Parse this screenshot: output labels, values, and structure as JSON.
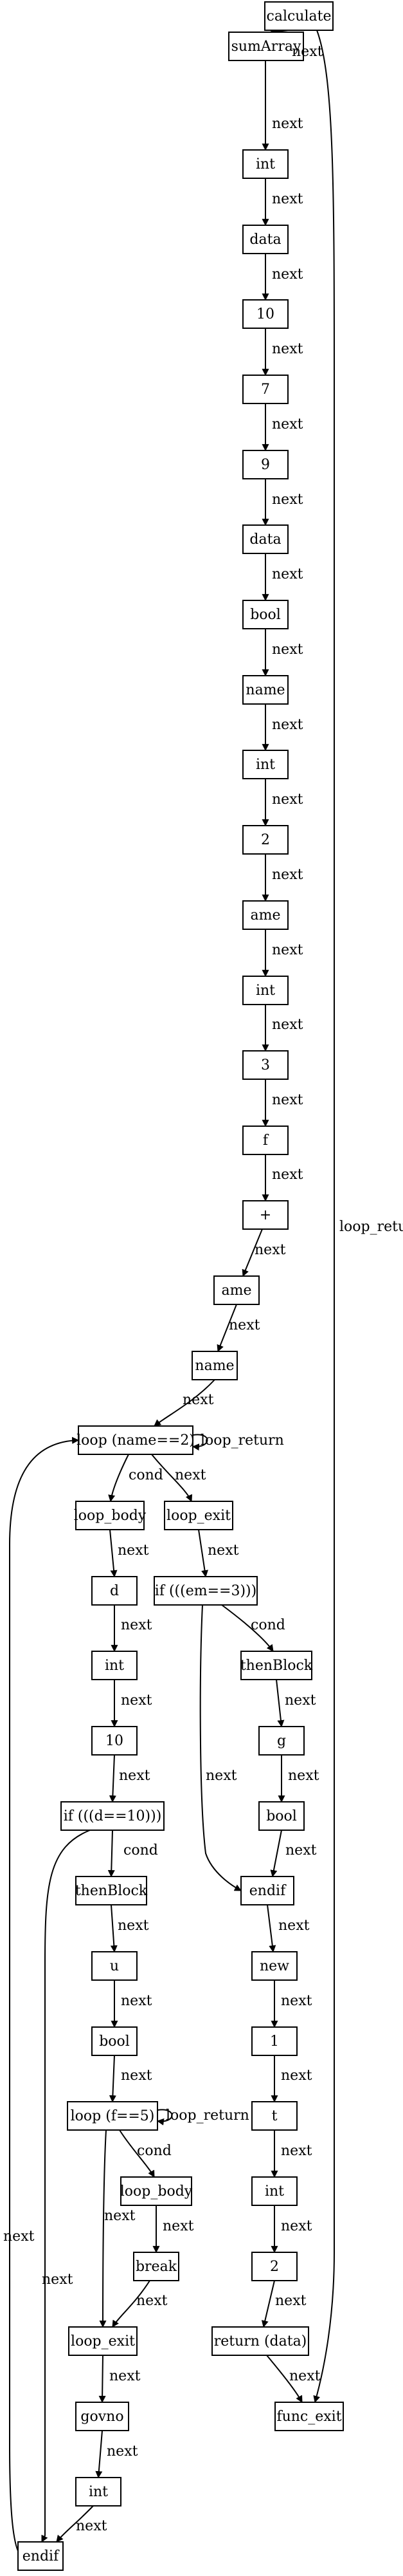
{
  "colors": {
    "stroke": "#000000",
    "background": "#ffffff"
  },
  "nodes": [
    {
      "id": "calculate",
      "label": "calculate"
    },
    {
      "id": "sumArray",
      "label": "sumArray"
    },
    {
      "id": "int1",
      "label": "int"
    },
    {
      "id": "data1",
      "label": "data"
    },
    {
      "id": "n10a",
      "label": "10"
    },
    {
      "id": "n7",
      "label": "7"
    },
    {
      "id": "n9",
      "label": "9"
    },
    {
      "id": "data2",
      "label": "data"
    },
    {
      "id": "bool1",
      "label": "bool"
    },
    {
      "id": "name1",
      "label": "name"
    },
    {
      "id": "int2",
      "label": "int"
    },
    {
      "id": "n2a",
      "label": "2"
    },
    {
      "id": "ame1",
      "label": "ame"
    },
    {
      "id": "int3",
      "label": "int"
    },
    {
      "id": "n3",
      "label": "3"
    },
    {
      "id": "f1",
      "label": "f"
    },
    {
      "id": "plus",
      "label": "+"
    },
    {
      "id": "ame2",
      "label": "ame"
    },
    {
      "id": "name2",
      "label": "name"
    },
    {
      "id": "loop1",
      "label": "loop (name==2)"
    },
    {
      "id": "loopbody1",
      "label": "loop_body"
    },
    {
      "id": "loopexit1",
      "label": "loop_exit"
    },
    {
      "id": "d",
      "label": "d"
    },
    {
      "id": "int4",
      "label": "int"
    },
    {
      "id": "n10b",
      "label": "10"
    },
    {
      "id": "if1",
      "label": "if (((d==10)))"
    },
    {
      "id": "then1",
      "label": "thenBlock"
    },
    {
      "id": "u",
      "label": "u"
    },
    {
      "id": "bool2",
      "label": "bool"
    },
    {
      "id": "loop2",
      "label": "loop (f==5)"
    },
    {
      "id": "loopbody2",
      "label": "loop_body"
    },
    {
      "id": "break",
      "label": "break"
    },
    {
      "id": "loopexit2",
      "label": "loop_exit"
    },
    {
      "id": "govno",
      "label": "govno"
    },
    {
      "id": "int5",
      "label": "int"
    },
    {
      "id": "endif1",
      "label": "endif"
    },
    {
      "id": "if2",
      "label": "if (((em==3)))"
    },
    {
      "id": "then2",
      "label": "thenBlock"
    },
    {
      "id": "g",
      "label": "g"
    },
    {
      "id": "bool3",
      "label": "bool"
    },
    {
      "id": "endif2",
      "label": "endif"
    },
    {
      "id": "new",
      "label": "new"
    },
    {
      "id": "n1",
      "label": "1"
    },
    {
      "id": "t",
      "label": "t"
    },
    {
      "id": "int6",
      "label": "int"
    },
    {
      "id": "n2b",
      "label": "2"
    },
    {
      "id": "ret",
      "label": "return (data)"
    },
    {
      "id": "funcexit",
      "label": "func_exit"
    }
  ],
  "edges": [
    {
      "id": "e-calculate-sumArray",
      "label": "next"
    },
    {
      "id": "e-calculate-funcexit",
      "label": "loop_return"
    },
    {
      "id": "e-sumArray-int1",
      "label": "next"
    },
    {
      "id": "e-int1-data1",
      "label": "next"
    },
    {
      "id": "e-data1-n10a",
      "label": "next"
    },
    {
      "id": "e-n10a-n7",
      "label": "next"
    },
    {
      "id": "e-n7-n9",
      "label": "next"
    },
    {
      "id": "e-n9-data2",
      "label": "next"
    },
    {
      "id": "e-data2-bool1",
      "label": "next"
    },
    {
      "id": "e-bool1-name1",
      "label": "next"
    },
    {
      "id": "e-name1-int2",
      "label": "next"
    },
    {
      "id": "e-int2-n2a",
      "label": "next"
    },
    {
      "id": "e-n2a-ame1",
      "label": "next"
    },
    {
      "id": "e-ame1-int3",
      "label": "next"
    },
    {
      "id": "e-int3-n3",
      "label": "next"
    },
    {
      "id": "e-n3-f1",
      "label": "next"
    },
    {
      "id": "e-f1-plus",
      "label": "next"
    },
    {
      "id": "e-plus-ame2",
      "label": "next"
    },
    {
      "id": "e-ame2-name2",
      "label": "next"
    },
    {
      "id": "e-name2-loop1",
      "label": "next"
    },
    {
      "id": "e-loop1-self",
      "label": "loop_return"
    },
    {
      "id": "e-loop1-loopbody1",
      "label": "cond"
    },
    {
      "id": "e-loop1-loopexit1",
      "label": "next"
    },
    {
      "id": "e-loopbody1-d",
      "label": "next"
    },
    {
      "id": "e-d-int4",
      "label": "next"
    },
    {
      "id": "e-int4-n10b",
      "label": "next"
    },
    {
      "id": "e-n10b-if1",
      "label": "next"
    },
    {
      "id": "e-if1-then1",
      "label": "cond"
    },
    {
      "id": "e-if1-endif1",
      "label": "next"
    },
    {
      "id": "e-then1-u",
      "label": "next"
    },
    {
      "id": "e-u-bool2",
      "label": "next"
    },
    {
      "id": "e-bool2-loop2",
      "label": "next"
    },
    {
      "id": "e-loop2-self",
      "label": "loop_return"
    },
    {
      "id": "e-loop2-loopbody2",
      "label": "cond"
    },
    {
      "id": "e-loop2-loopexit2",
      "label": "next"
    },
    {
      "id": "e-loopbody2-break",
      "label": "next"
    },
    {
      "id": "e-break-loopexit2",
      "label": "next"
    },
    {
      "id": "e-loopexit2-govno",
      "label": "next"
    },
    {
      "id": "e-govno-int5",
      "label": "next"
    },
    {
      "id": "e-int5-endif1",
      "label": "next"
    },
    {
      "id": "e-endif1-loop1",
      "label": "next"
    },
    {
      "id": "e-loopexit1-if2",
      "label": "next"
    },
    {
      "id": "e-if2-then2",
      "label": "cond"
    },
    {
      "id": "e-if2-endif2",
      "label": "next"
    },
    {
      "id": "e-then2-g",
      "label": "next"
    },
    {
      "id": "e-g-bool3",
      "label": "next"
    },
    {
      "id": "e-bool3-endif2",
      "label": "next"
    },
    {
      "id": "e-endif2-new",
      "label": "next"
    },
    {
      "id": "e-new-n1",
      "label": "next"
    },
    {
      "id": "e-n1-t",
      "label": "next"
    },
    {
      "id": "e-t-int6",
      "label": "next"
    },
    {
      "id": "e-int6-n2b",
      "label": "next"
    },
    {
      "id": "e-n2b-ret",
      "label": "next"
    },
    {
      "id": "e-ret-funcexit",
      "label": "next"
    }
  ]
}
